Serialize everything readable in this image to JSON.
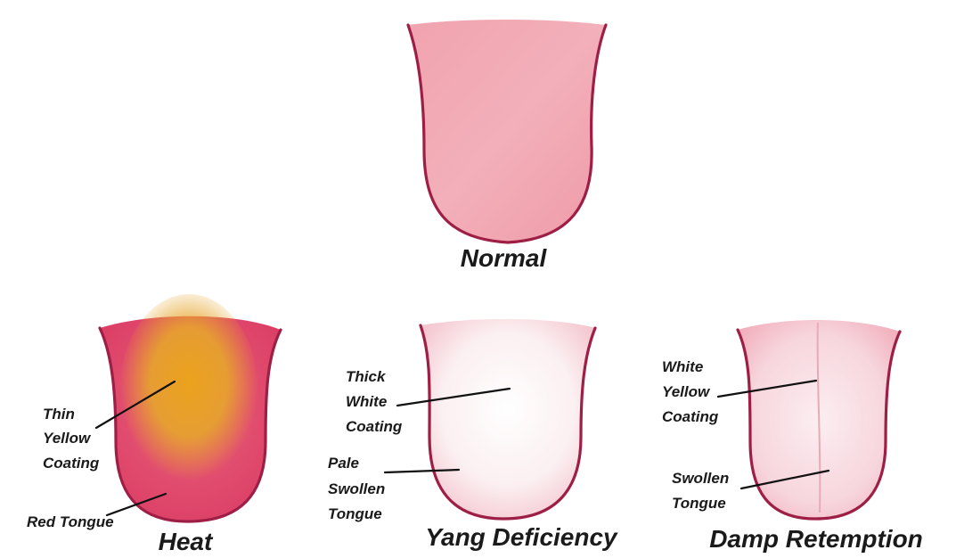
{
  "tongues": {
    "normal": {
      "title": "Normal"
    },
    "heat": {
      "title": "Heat",
      "callout_1": [
        "Thin",
        "Yellow",
        "Coating"
      ],
      "callout_2": [
        "Red Tongue"
      ]
    },
    "yang": {
      "title": "Yang Deficiency",
      "callout_1": [
        "Thick",
        "White",
        "Coating"
      ],
      "callout_2": [
        "Pale",
        "Swollen",
        "Tongue"
      ]
    },
    "damp": {
      "title": "Damp Retemption",
      "callout_1": [
        "White",
        "Yellow",
        "Coating"
      ],
      "callout_2": [
        "Swollen",
        "Tongue"
      ]
    }
  },
  "colors": {
    "normal_body": "#ee9aa6",
    "heat_body": "#e0466a",
    "heat_coating": "#e8a020",
    "pale_body": "#f4c7cf",
    "white_coating": "#ffffff",
    "outline": "#9e1f45"
  }
}
